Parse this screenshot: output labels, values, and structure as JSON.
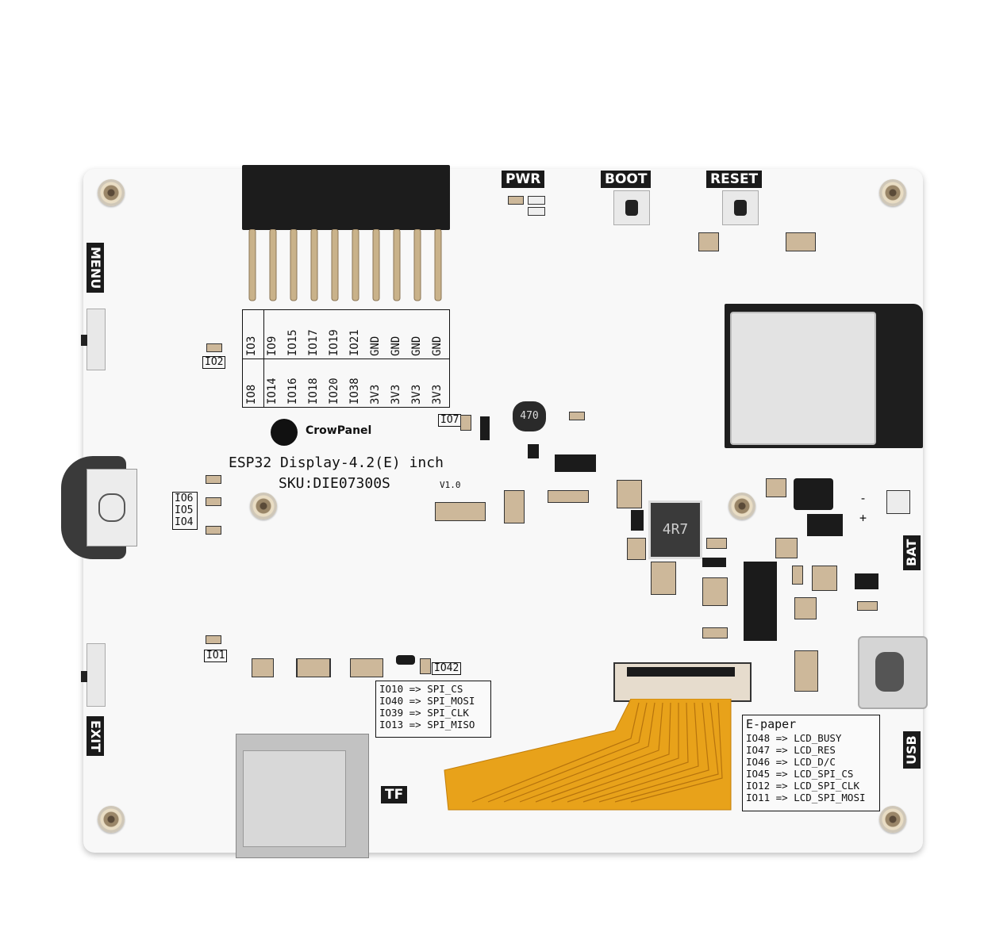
{
  "board": {
    "brand": "CrowPanel",
    "model_line": "ESP32 Display-4.2(E) inch",
    "sku_line": "SKU:DIE07300S",
    "version": "V1.0"
  },
  "labels": {
    "pwr": "PWR",
    "boot": "BOOT",
    "reset": "RESET",
    "menu": "MENU",
    "exit": "EXIT",
    "bat": "BAT",
    "usb": "USB",
    "tf": "TF"
  },
  "pin_header": {
    "top_row": [
      "IO3",
      "IO9",
      "IO15",
      "IO17",
      "IO19",
      "IO21",
      "GND",
      "GND",
      "GND",
      "GND"
    ],
    "bottom_row": [
      "IO8",
      "IO14",
      "IO16",
      "IO18",
      "IO20",
      "IO38",
      "3V3",
      "3V3",
      "3V3",
      "3V3"
    ]
  },
  "io_marks": {
    "io2": "IO2",
    "io7": "IO7",
    "io6": "IO6",
    "io5": "IO5",
    "io4": "IO4",
    "io1": "IO1",
    "io42": "IO42",
    "inductor_l2": "470",
    "inductor_l1": "4R7"
  },
  "spi_box": {
    "lines": [
      "IO10 => SPI_CS",
      "IO40 => SPI_MOSI",
      "IO39 => SPI_CLK",
      "IO13 => SPI_MISO"
    ]
  },
  "epaper_box": {
    "title": "E-paper",
    "lines": [
      "IO48 => LCD_BUSY",
      "IO47 => LCD_RES",
      "IO46 => LCD_D/C",
      "IO45 => LCD_SPI_CS",
      "IO12 => LCD_SPI_CLK",
      "IO11 => LCD_SPI_MOSI"
    ]
  },
  "bat_polarity": {
    "minus": "-",
    "plus": "+"
  },
  "colors": {
    "board": "#f8f8f8",
    "silkscreen": "#111111",
    "header": "#1a1a1a",
    "flex_cable": "#e8a21a",
    "sd_slot": "#bdbdbd"
  }
}
